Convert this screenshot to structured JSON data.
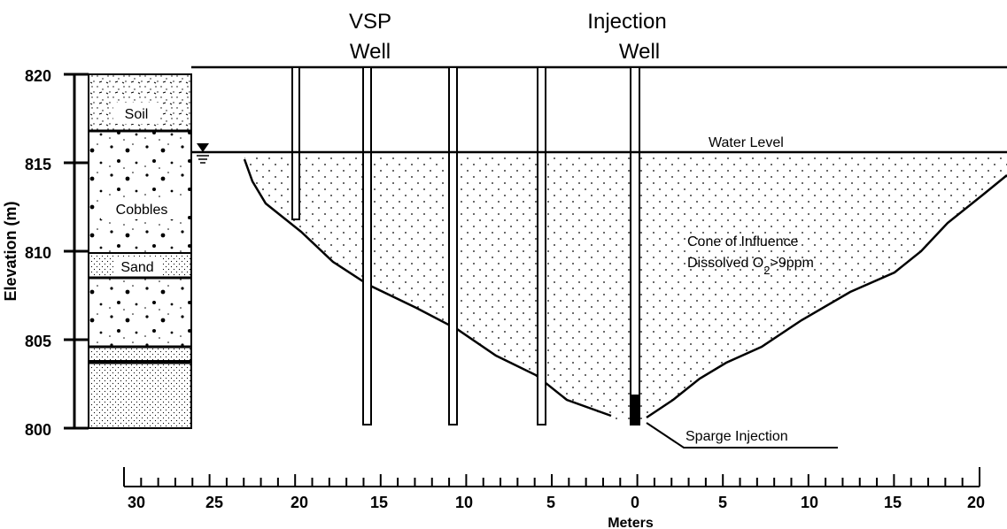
{
  "labels": {
    "vsp_well_line1": "VSP",
    "vsp_well_line2": "Well",
    "injection_well_line1": "Injection",
    "injection_well_line2": "Well",
    "water_level": "Water Level",
    "cone_line1": "Cone of Influence",
    "cone_line2_prefix": "Dissolved O",
    "cone_line2_sub": "2",
    "cone_line2_suffix": ">9ppm",
    "sparge_injection": "Sparge Injection",
    "y_axis_title": "Elevation (m)",
    "x_axis_title": "Meters"
  },
  "strata": {
    "soil": "Soil",
    "cobbles": "Cobbles",
    "sand": "Sand"
  },
  "y_ticks": [
    "820",
    "815",
    "810",
    "805",
    "800"
  ],
  "x_ticks": [
    "30",
    "25",
    "20",
    "15",
    "10",
    "5",
    "0",
    "5",
    "10",
    "15",
    "20"
  ]
}
